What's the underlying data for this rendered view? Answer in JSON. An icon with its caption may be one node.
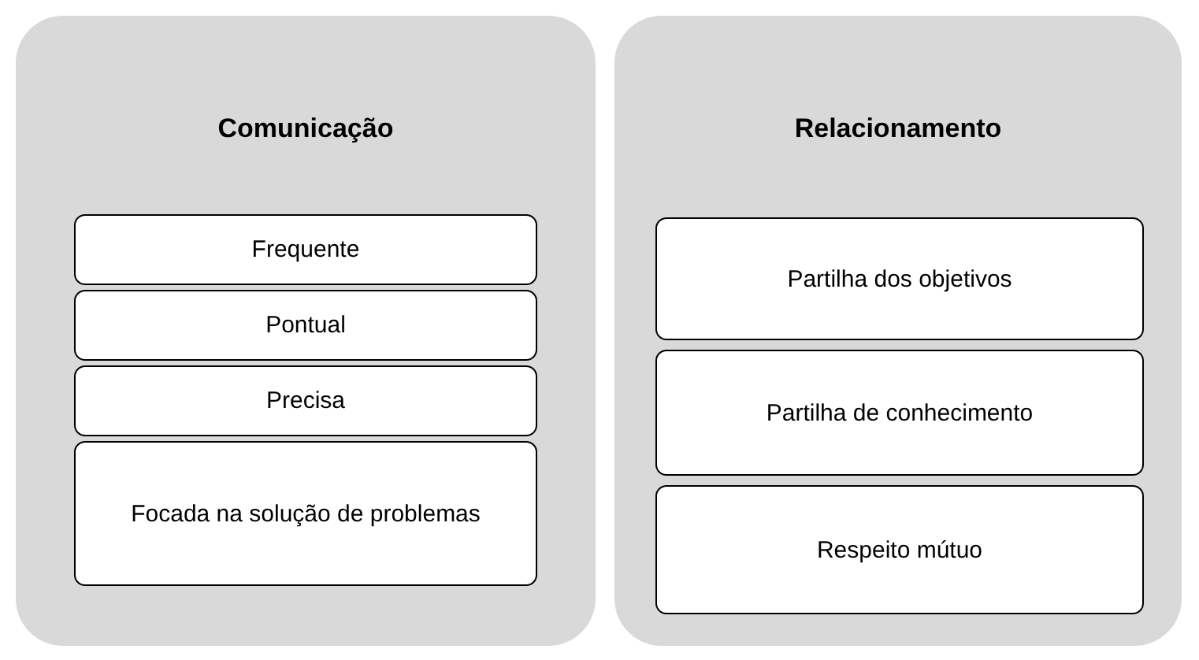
{
  "diagram": {
    "nodes": [
      {
        "text": [
          "Comunicação"
        ]
      },
      {
        "text": [
          "Frequente"
        ],
        "in": 0
      },
      {
        "text": [
          "Pontual"
        ],
        "in": 0
      },
      {
        "text": [
          "Precisa"
        ],
        "in": 0
      },
      {
        "text": [
          "Focada na solução de problemas"
        ],
        "in": 0
      },
      {
        "text": [
          "Relacionamento"
        ]
      },
      {
        "text": [
          "Partilha dos objetivos"
        ],
        "in": 5
      },
      {
        "text": [
          "Partilha de conhecimento"
        ],
        "in": 5
      },
      {
        "text": [
          "Respeito mútuo"
        ],
        "in": 5
      }
    ]
  }
}
